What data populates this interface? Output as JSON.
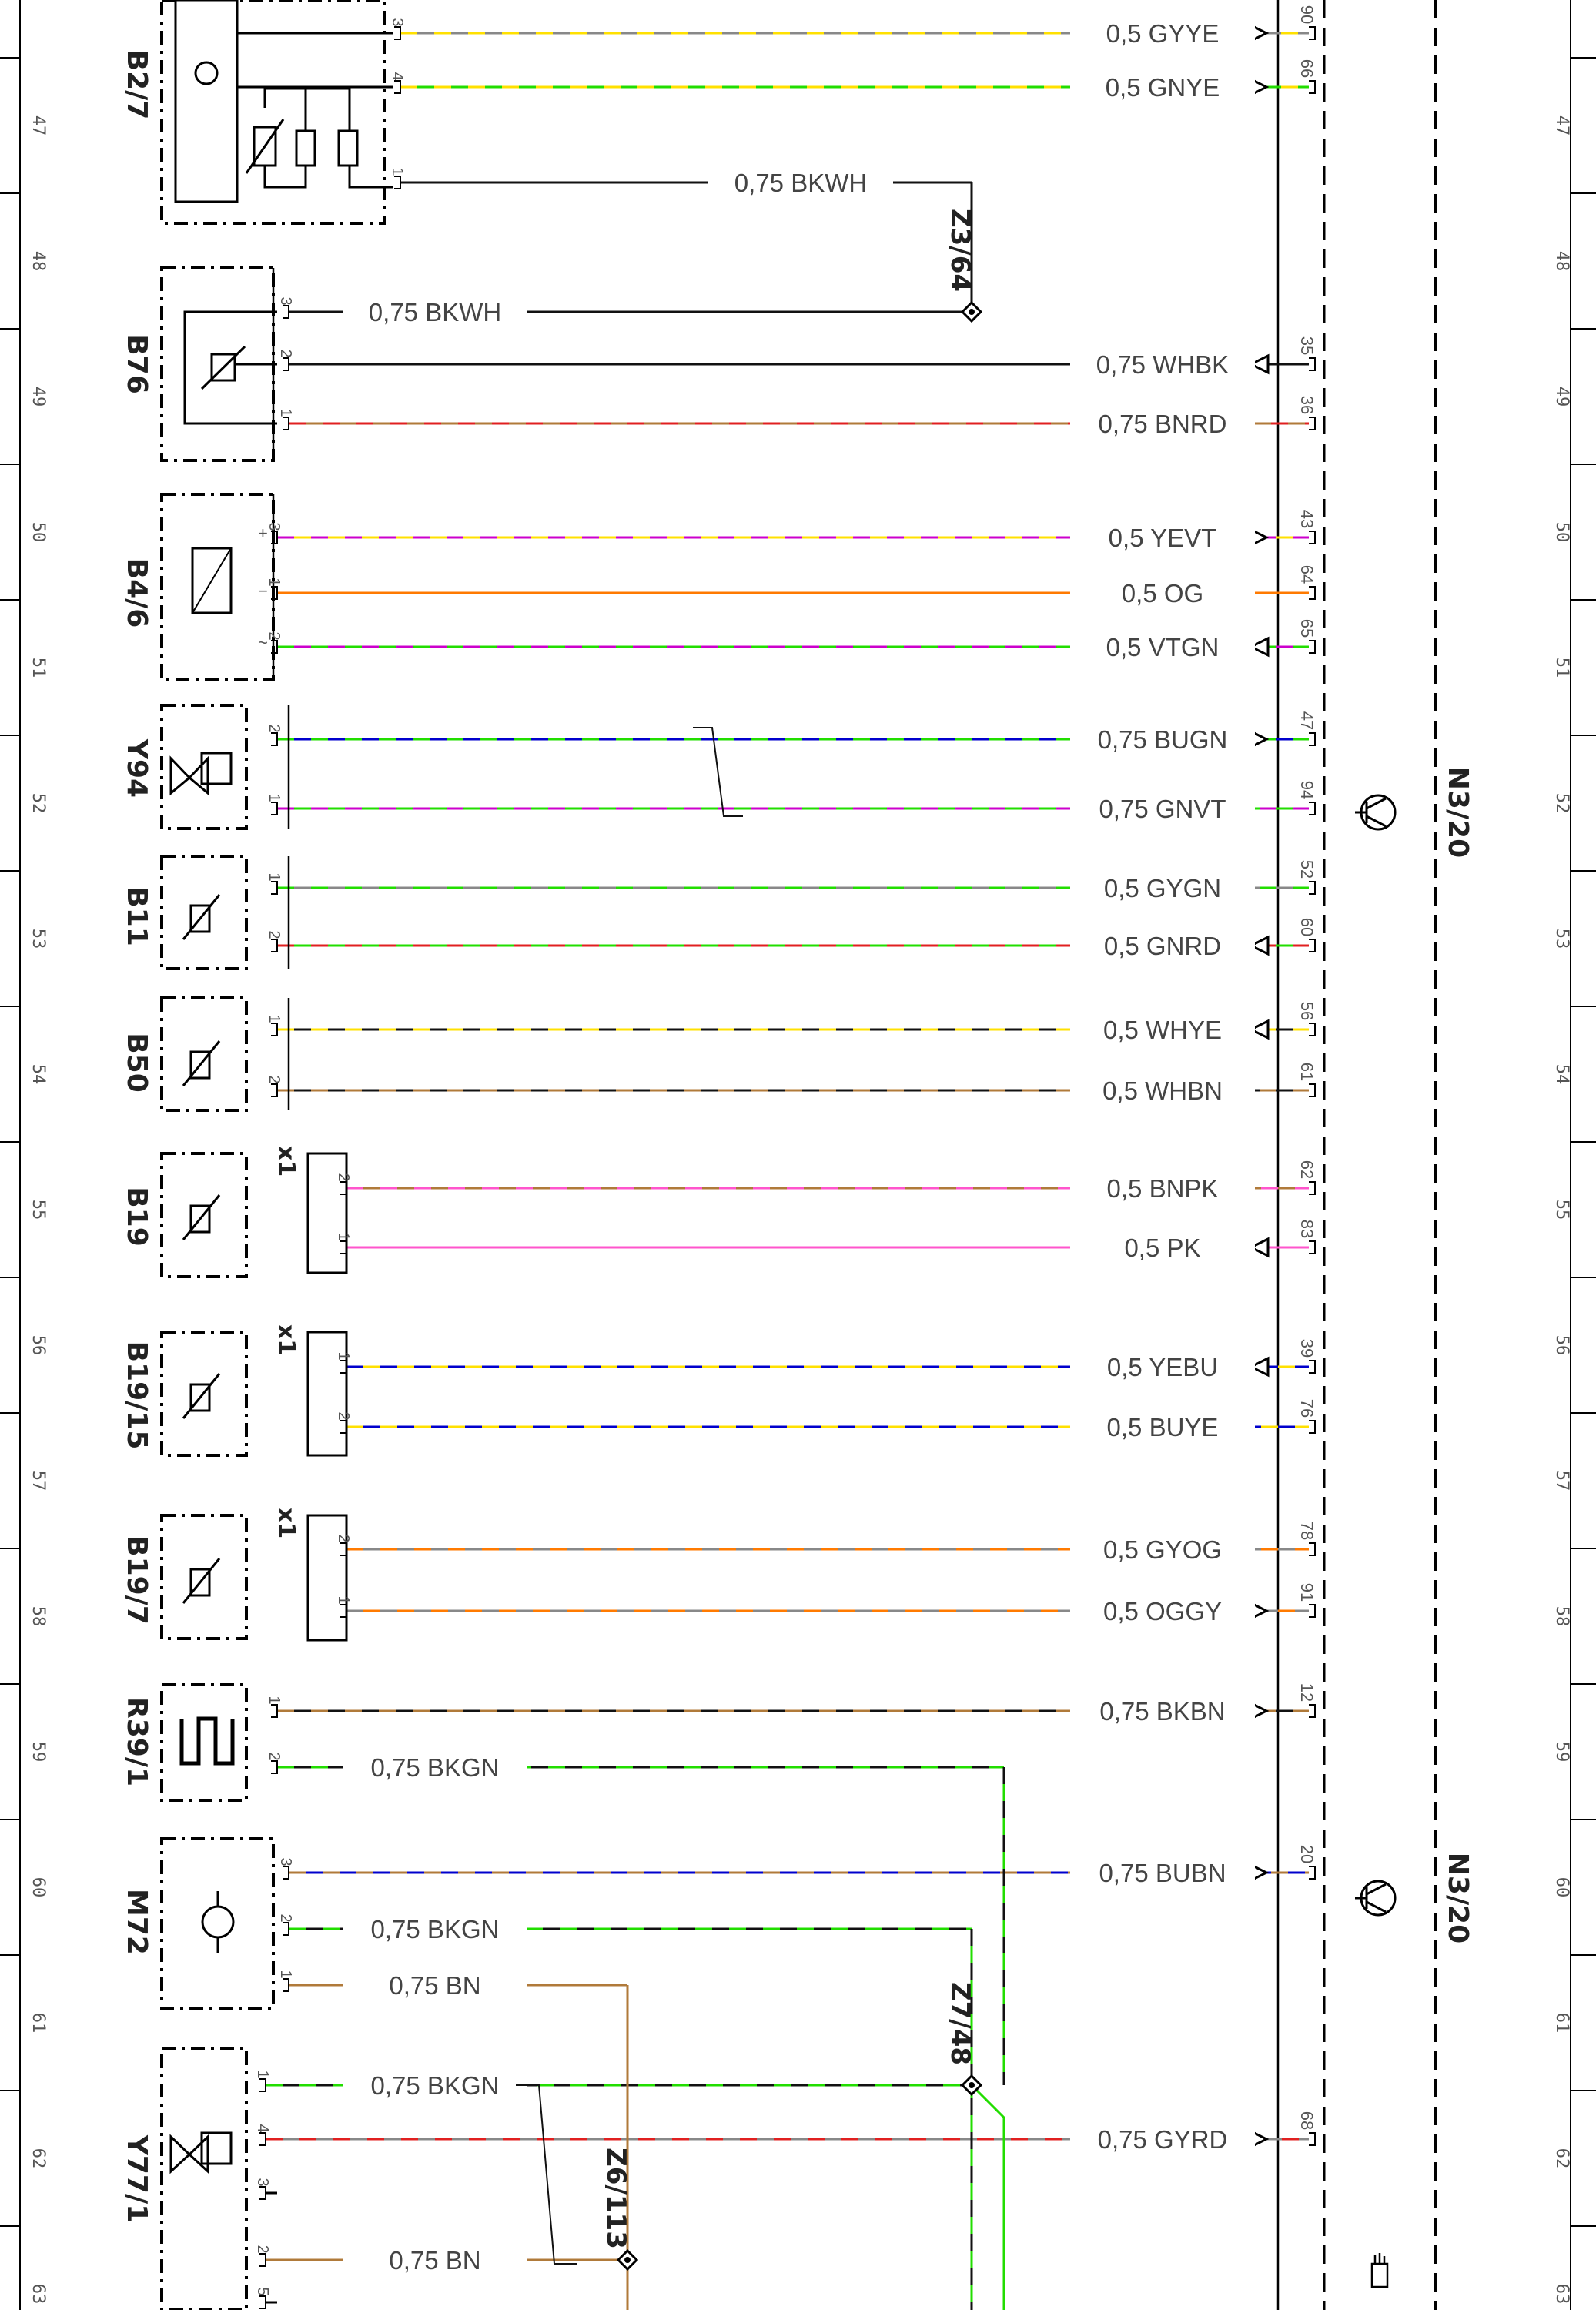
{
  "diagram": {
    "row_numbers": [
      "47",
      "48",
      "49",
      "50",
      "51",
      "52",
      "53",
      "54",
      "55",
      "56",
      "57",
      "58",
      "59",
      "60",
      "61",
      "62",
      "63"
    ],
    "ecu_label": "N3/20",
    "connector_label": "x1",
    "splices": {
      "z3": "Z3/64",
      "z7": "Z7/48",
      "z6": "Z6/113"
    },
    "components": [
      {
        "name": "B2/7"
      },
      {
        "name": "B76"
      },
      {
        "name": "B4/6"
      },
      {
        "name": "Y94"
      },
      {
        "name": "B11"
      },
      {
        "name": "B50"
      },
      {
        "name": "B19"
      },
      {
        "name": "B19/15"
      },
      {
        "name": "B19/7"
      },
      {
        "name": "R39/1"
      },
      {
        "name": "M72"
      },
      {
        "name": "Y77/1"
      }
    ],
    "wires": [
      {
        "label": "0,5 GYYE",
        "pin": "3",
        "ecu_pin": "90",
        "c1": "#888888",
        "c2": "#ffe000"
      },
      {
        "label": "0,5 GNYE",
        "pin": "4",
        "ecu_pin": "66",
        "c1": "#22dd00",
        "c2": "#ffe000"
      },
      {
        "label": "0,75 BKWH",
        "pin": "1",
        "ecu_pin": "",
        "c1": "#111111",
        "c2": "#111111"
      },
      {
        "label": "0,75 BKWH",
        "pin": "3",
        "ecu_pin": "",
        "c1": "#111111",
        "c2": "#111111"
      },
      {
        "label": "0,75 WHBK",
        "pin": "2",
        "ecu_pin": "35",
        "c1": "#111111",
        "c2": "#111111"
      },
      {
        "label": "0,75 BNRD",
        "pin": "1",
        "ecu_pin": "36",
        "c1": "#b07a3a",
        "c2": "#e02020"
      },
      {
        "label": "0,5 YEVT",
        "pin": "3",
        "ecu_pin": "43",
        "c1": "#ffe000",
        "c2": "#cc00cc"
      },
      {
        "label": "0,5 OG",
        "pin": "1",
        "ecu_pin": "64",
        "c1": "#ff7a00",
        "c2": "#ff7a00"
      },
      {
        "label": "0,5 VTGN",
        "pin": "2",
        "ecu_pin": "65",
        "c1": "#cc00cc",
        "c2": "#22dd00"
      },
      {
        "label": "0,75 BUGN",
        "pin": "2",
        "ecu_pin": "47",
        "c1": "#0000cc",
        "c2": "#22dd00"
      },
      {
        "label": "0,75 GNVT",
        "pin": "1",
        "ecu_pin": "94",
        "c1": "#22dd00",
        "c2": "#cc00cc"
      },
      {
        "label": "0,5 GYGN",
        "pin": "1",
        "ecu_pin": "52",
        "c1": "#888888",
        "c2": "#22dd00"
      },
      {
        "label": "0,5 GNRD",
        "pin": "2",
        "ecu_pin": "60",
        "c1": "#22dd00",
        "c2": "#e02020"
      },
      {
        "label": "0,5 WHYE",
        "pin": "1",
        "ecu_pin": "56",
        "c1": "#111111",
        "c2": "#ffe000"
      },
      {
        "label": "0,5 WHBN",
        "pin": "2",
        "ecu_pin": "61",
        "c1": "#111111",
        "c2": "#b07a3a"
      },
      {
        "label": "0,5 BNPK",
        "pin": "2",
        "ecu_pin": "62",
        "c1": "#b07a3a",
        "c2": "#ff55cc"
      },
      {
        "label": "0,5 PK",
        "pin": "1",
        "ecu_pin": "83",
        "c1": "#ff55cc",
        "c2": "#ff55cc"
      },
      {
        "label": "0,5 YEBU",
        "pin": "1",
        "ecu_pin": "39",
        "c1": "#ffe000",
        "c2": "#0000cc"
      },
      {
        "label": "0,5 BUYE",
        "pin": "2",
        "ecu_pin": "76",
        "c1": "#0000cc",
        "c2": "#ffe000"
      },
      {
        "label": "0,5 GYOG",
        "pin": "2",
        "ecu_pin": "78",
        "c1": "#888888",
        "c2": "#ff7a00"
      },
      {
        "label": "0,5 OGGY",
        "pin": "1",
        "ecu_pin": "91",
        "c1": "#ff7a00",
        "c2": "#888888"
      },
      {
        "label": "0,75 BKBN",
        "pin": "1",
        "ecu_pin": "12",
        "c1": "#111111",
        "c2": "#b07a3a"
      },
      {
        "label": "0,75 BKGN",
        "pin": "2",
        "ecu_pin": "",
        "c1": "#111111",
        "c2": "#22dd00"
      },
      {
        "label": "0,75 BUBN",
        "pin": "3",
        "ecu_pin": "20",
        "c1": "#0000cc",
        "c2": "#b07a3a"
      },
      {
        "label": "0,75 BKGN",
        "pin": "2",
        "ecu_pin": "",
        "c1": "#111111",
        "c2": "#22dd00"
      },
      {
        "label": "0,75 BN",
        "pin": "1",
        "ecu_pin": "",
        "c1": "#b07a3a",
        "c2": "#b07a3a"
      },
      {
        "label": "0,75 BKGN",
        "pin": "1",
        "ecu_pin": "",
        "c1": "#111111",
        "c2": "#22dd00"
      },
      {
        "label": "0,75 GYRD",
        "pin": "4",
        "ecu_pin": "68",
        "c1": "#888888",
        "c2": "#e02020"
      },
      {
        "label": "",
        "pin": "3",
        "ecu_pin": "",
        "c1": "#000000",
        "c2": "#000000"
      },
      {
        "label": "0,75 BN",
        "pin": "2",
        "ecu_pin": "",
        "c1": "#b07a3a",
        "c2": "#b07a3a"
      },
      {
        "label": "",
        "pin": "5",
        "ecu_pin": "",
        "c1": "#000000",
        "c2": "#000000"
      }
    ],
    "pole_marks": [
      "+",
      "−",
      "~"
    ]
  }
}
